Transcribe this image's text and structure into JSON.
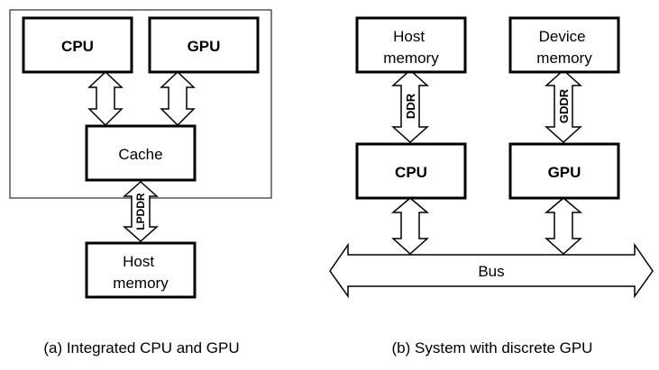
{
  "integrated": {
    "cpu": "CPU",
    "gpu": "GPU",
    "cache": "Cache",
    "link": "LPDDR",
    "host_memory": [
      "Host",
      "memory"
    ],
    "caption": "(a) Integrated CPU and GPU"
  },
  "discrete": {
    "host_memory": [
      "Host",
      "memory"
    ],
    "device_memory": [
      "Device",
      "memory"
    ],
    "host_link": "DDR",
    "device_link": "GDDR",
    "cpu": "CPU",
    "gpu": "GPU",
    "bus": "Bus",
    "caption": "(b) System with discrete GPU"
  },
  "colors": {
    "stroke": "#000000",
    "fill": "#ffffff"
  }
}
